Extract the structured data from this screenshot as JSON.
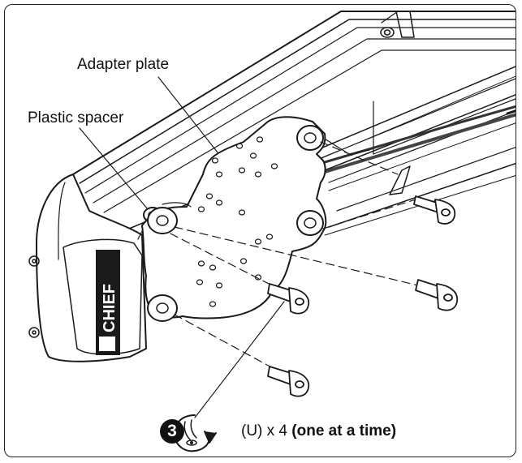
{
  "callouts": {
    "adapter_plate": "Adapter plate",
    "plastic_spacer": "Plastic spacer"
  },
  "step": {
    "number": "3",
    "tool_icon": "wrench-rotate-icon",
    "quantity": "(U) x 4",
    "note": "(one at a time)"
  },
  "logo_text": "CHIEF",
  "colors": {
    "line": "#1a1a1a",
    "background": "#ffffff"
  }
}
